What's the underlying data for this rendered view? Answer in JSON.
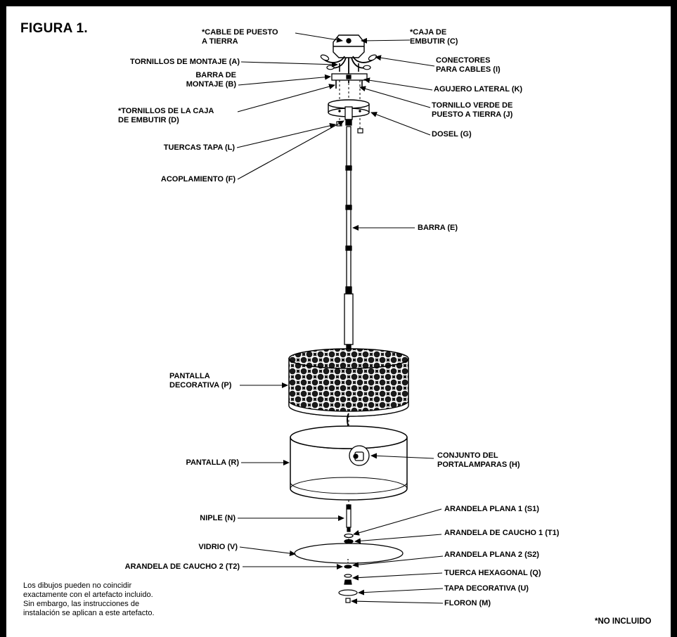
{
  "figure_title": "FIGURA 1.",
  "labels": {
    "cable_tierra": "*CABLE DE PUESTO\nA TIERRA",
    "caja_embutir": "*CAJA DE\nEMBUTIR (C)",
    "tornillos_montaje": "TORNILLOS DE MONTAJE (A)",
    "conectores": "CONECTORES\nPARA CABLES (I)",
    "barra_montaje": "BARRA DE\nMONTAJE (B)",
    "agujero_lateral": "AGUJERO LATERAL (K)",
    "tornillos_caja": "*TORNILLOS DE LA CAJA\nDE EMBUTIR (D)",
    "tornillo_verde": "TORNILLO VERDE DE\nPUESTO A TIERRA (J)",
    "dosel": "DOSEL (G)",
    "tuercas_tapa": "TUERCAS TAPA (L)",
    "acoplamiento": "ACOPLAMIENTO (F)",
    "barra": "BARRA (E)",
    "pantalla_decorativa": "PANTALLA\nDECORATIVA (P)",
    "pantalla": "PANTALLA (R)",
    "portalamparas": "CONJUNTO DEL\nPORTALAMPARAS (H)",
    "niple": "NIPLE (N)",
    "arandela_plana_1": "ARANDELA PLANA 1 (S1)",
    "arandela_caucho_1": "ARANDELA DE CAUCHO 1 (T1)",
    "vidrio": "VIDRIO (V)",
    "arandela_plana_2": "ARANDELA PLANA 2 (S2)",
    "arandela_caucho_2": "ARANDELA DE CAUCHO 2 (T2)",
    "tuerca_hexagonal": "TUERCA HEXAGONAL (Q)",
    "tapa_decorativa": "TAPA DECORATIVA (U)",
    "floron": "FLORON (M)"
  },
  "disclaimer": "Los dibujos pueden no coincidir\nexactamente con el artefacto incluido.\nSin embargo, las instrucciones de\ninstalación se aplican a este artefacto.",
  "not_included": "*NO INCLUIDO"
}
